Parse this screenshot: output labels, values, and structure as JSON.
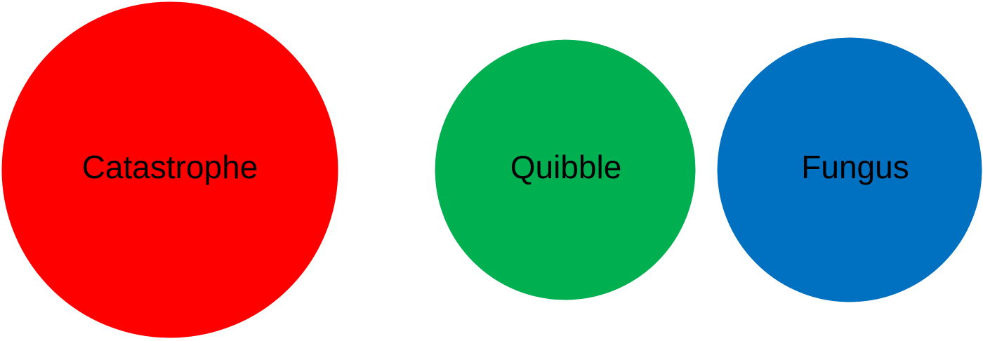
{
  "diagram": {
    "circles": [
      {
        "label": "Catastrophe",
        "fill": "#FF0000"
      },
      {
        "label": "Quibble",
        "fill": "#00B050"
      },
      {
        "label": "Fungus",
        "fill": "#0070C0"
      }
    ],
    "overlap_fill": "#00858F",
    "outline_color": "#FFFFFF"
  }
}
